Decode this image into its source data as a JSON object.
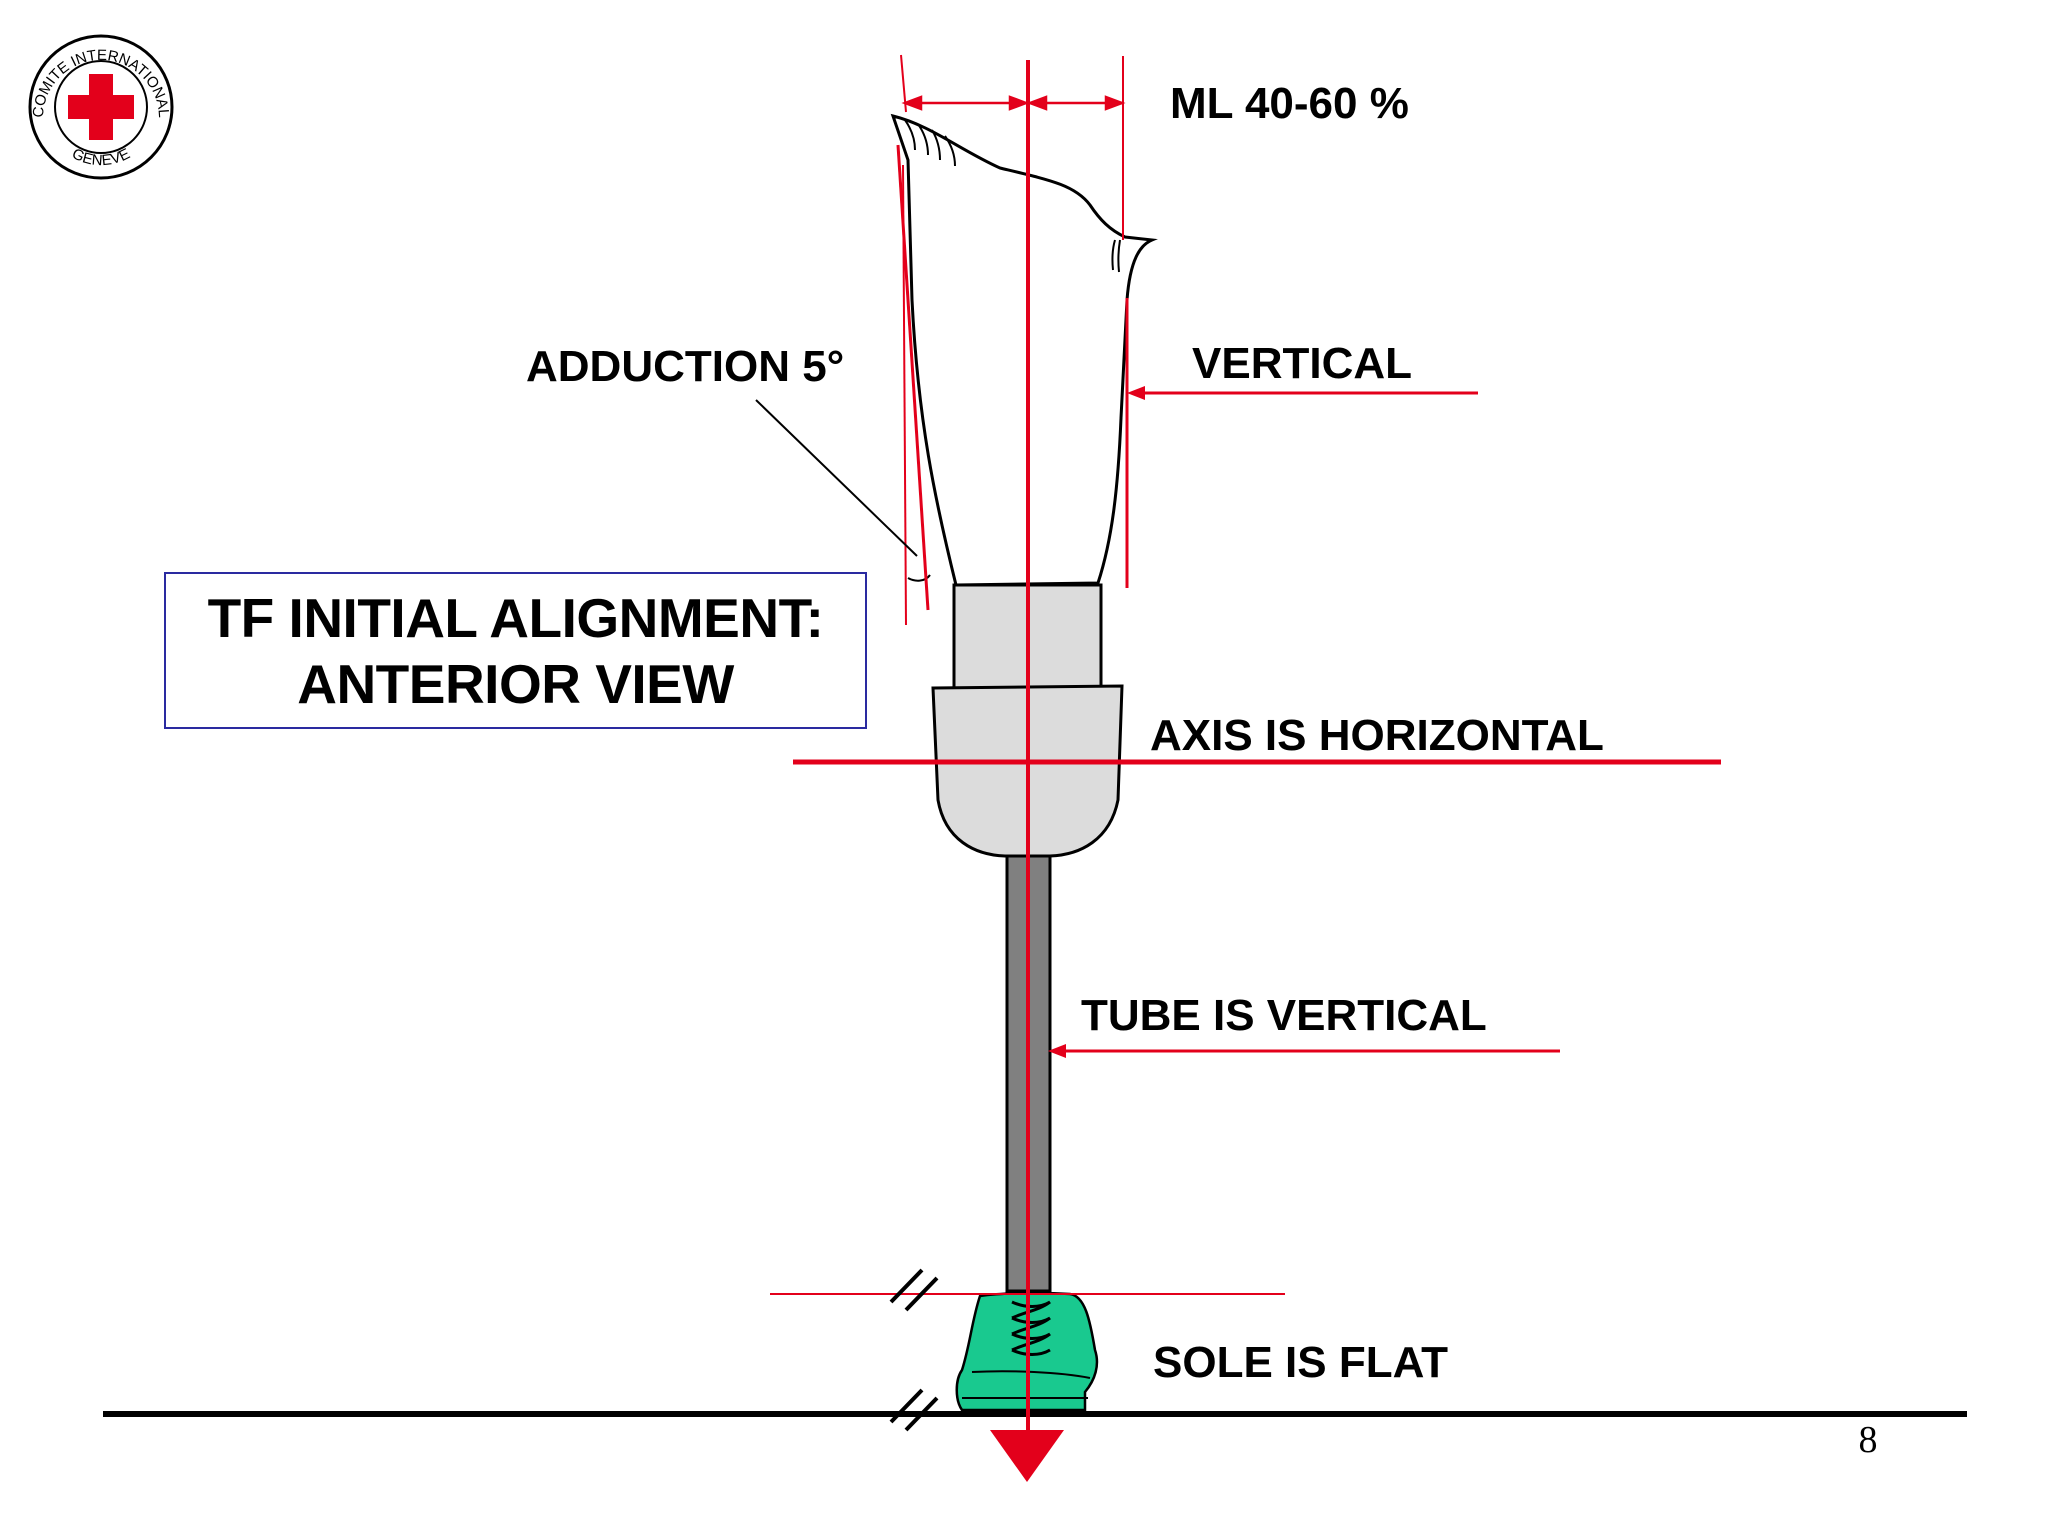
{
  "logo": {
    "text_top": "COMITE INTERNATIONAL",
    "text_bottom": "GENEVE",
    "cross_color": "#e3001b"
  },
  "title": {
    "line1": "TF INITIAL ALIGNMENT:",
    "line2": "ANTERIOR VIEW"
  },
  "labels": {
    "ml": "ML 40-60 %",
    "adduction": "ADDUCTION 5°",
    "vertical": "VERTICAL",
    "axis": "AXIS IS HORIZONTAL",
    "tube": "TUBE IS VERTICAL",
    "sole": "SOLE IS FLAT"
  },
  "page_number": "8",
  "colors": {
    "reference_line": "#e3001b",
    "socket_fill": "#ffffff",
    "knee_fill": "#dcdcdc",
    "pylon_fill": "#808080",
    "foot_fill": "#19c98f",
    "ground": "#000000"
  }
}
